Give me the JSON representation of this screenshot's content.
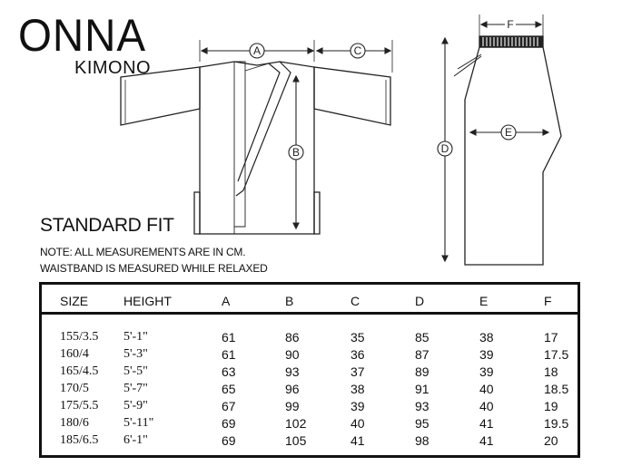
{
  "brand": {
    "name": "ONNA",
    "sub": "KIMONO"
  },
  "diagram": {
    "labels": {
      "a": "A",
      "b": "B",
      "c": "C",
      "d": "D",
      "e": "E",
      "f": "F"
    }
  },
  "fit_title": "STANDARD FIT",
  "notes": [
    "NOTE: ALL MEASUREMENTS ARE IN CM.",
    "WAISTBAND IS MEASURED WHILE RELAXED"
  ],
  "table": {
    "headers": [
      "SIZE",
      "HEIGHT",
      "A",
      "B",
      "C",
      "D",
      "E",
      "F"
    ],
    "rows": [
      [
        "155/3.5",
        "5'-1\"",
        "61",
        "86",
        "35",
        "85",
        "38",
        "17"
      ],
      [
        "160/4",
        "5'-3\"",
        "61",
        "90",
        "36",
        "87",
        "39",
        "17.5"
      ],
      [
        "165/4.5",
        "5'-5\"",
        "63",
        "93",
        "37",
        "89",
        "39",
        "18"
      ],
      [
        "170/5",
        "5'-7\"",
        "65",
        "96",
        "38",
        "91",
        "40",
        "18.5"
      ],
      [
        "175/5.5",
        "5'-9\"",
        "67",
        "99",
        "39",
        "93",
        "40",
        "19"
      ],
      [
        "180/6",
        "5'-11\"",
        "69",
        "102",
        "40",
        "95",
        "41",
        "19.5"
      ],
      [
        "185/6.5",
        "6'-1\"",
        "69",
        "105",
        "41",
        "98",
        "41",
        "20"
      ]
    ]
  }
}
